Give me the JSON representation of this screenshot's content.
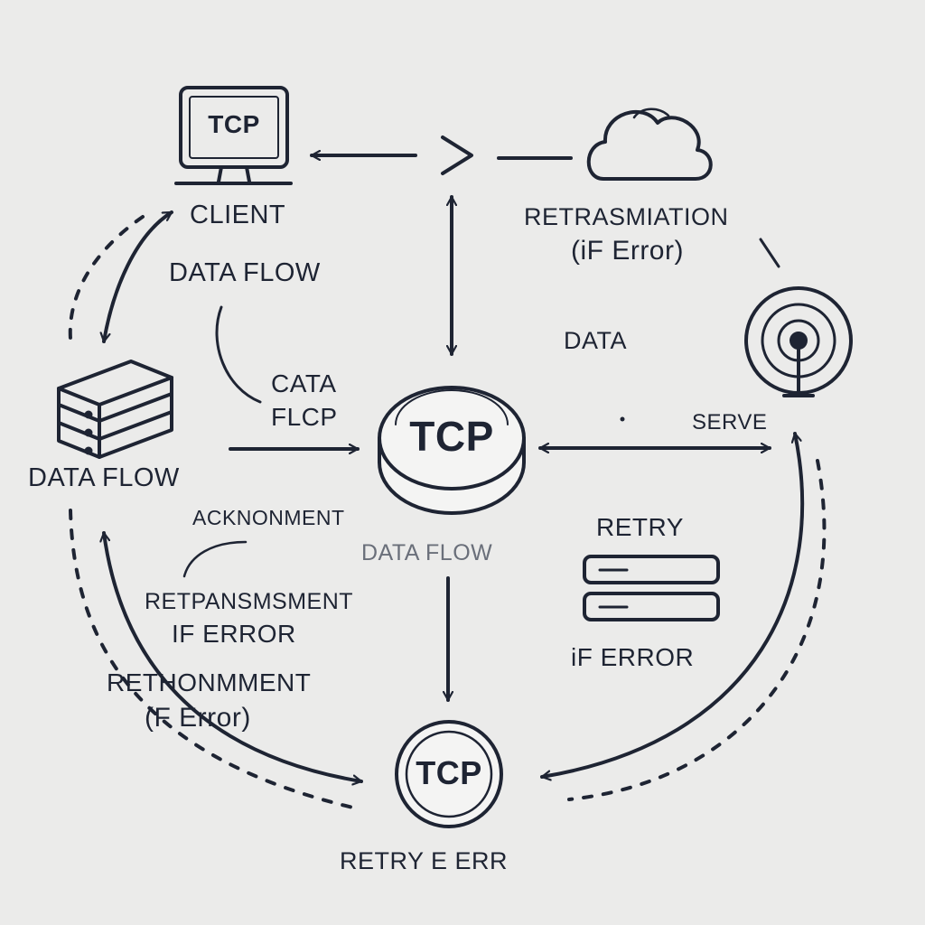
{
  "colors": {
    "background": "#ebebea",
    "ink": "#1e2433",
    "node_fill": "#f4f4f3",
    "faded_text": "#6a6f7a"
  },
  "icons": [
    "monitor-icon",
    "cloud-icon",
    "database-icon",
    "antenna-icon",
    "server-rack-icon"
  ],
  "nodes": {
    "client_monitor_text": "TCP",
    "center_disk_text": "TCP",
    "bottom_circle_text": "TCP"
  },
  "labels": {
    "client": "CLIENT",
    "data_flow_top": "DATA FLOW",
    "cata": "CATA",
    "flcp": "FLCP",
    "data_flow_left": "DATA FLOW",
    "acknowledgement": "ACKNONMENT",
    "data_flow_center": "DATA FLOW",
    "retransmission_left_1": "RETPANSMSMENT",
    "retransmission_left_2": "IF ERROR",
    "rethonmment_1": "RETHONMMENT",
    "rethonmment_2": "(F Error)",
    "retransmission_right_1": "RETRASMIATION",
    "retransmission_right_2": "(iF Error)",
    "data": "DATA",
    "server": "SERVE",
    "retry": "RETRY",
    "if_error": "iF ERROR",
    "retry_bottom": "RETRY E ERR"
  }
}
